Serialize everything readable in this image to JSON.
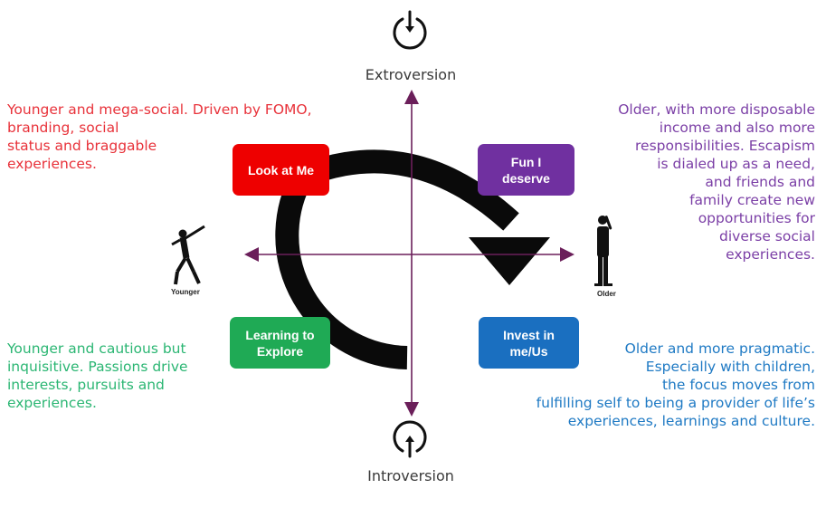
{
  "axes": {
    "top_label": "Extroversion",
    "bottom_label": "Introversion",
    "left_label": "Younger",
    "right_label": "Older",
    "axis_color": "#6b1f5a"
  },
  "icons": {
    "top": "power-icon",
    "bottom": "inverted-power-icon",
    "left": "dancing-person-icon",
    "right": "standing-man-on-phone-icon"
  },
  "boxes": {
    "look_at_me": {
      "label": "Look at Me",
      "color": "#ee0000"
    },
    "fun_i_deserve": {
      "label": "Fun I\ndeserve",
      "color": "#7030a0"
    },
    "learning_to_explore": {
      "label": "Learning to\nExplore",
      "color": "#1faa55"
    },
    "invest_in_me": {
      "label": "Invest in\nme/Us",
      "color": "#1a6fc0"
    }
  },
  "descriptions": {
    "top_left": {
      "text": "Younger and mega-social. Driven by FOMO,\nbranding, social\nstatus and braggable\nexperiences.",
      "color": "#e8323a"
    },
    "top_right": {
      "text": "Older, with more disposable\nincome and also more\nresponsibilities. Escapism\nis dialed up as a need,\nand friends and\nfamily create new\nopportunities for\ndiverse social\nexperiences.",
      "color": "#7b3fa6"
    },
    "bottom_left": {
      "text": "Younger and cautious but\ninquisitive. Passions drive\ninterests, pursuits and\nexperiences.",
      "color": "#2bb673"
    },
    "bottom_right": {
      "text": "Older and more pragmatic.\nEspecially with children,\nthe focus moves from\nfulfilling self to being a provider of life’s\nexperiences, learnings and culture.",
      "color": "#1f7ac4"
    }
  }
}
